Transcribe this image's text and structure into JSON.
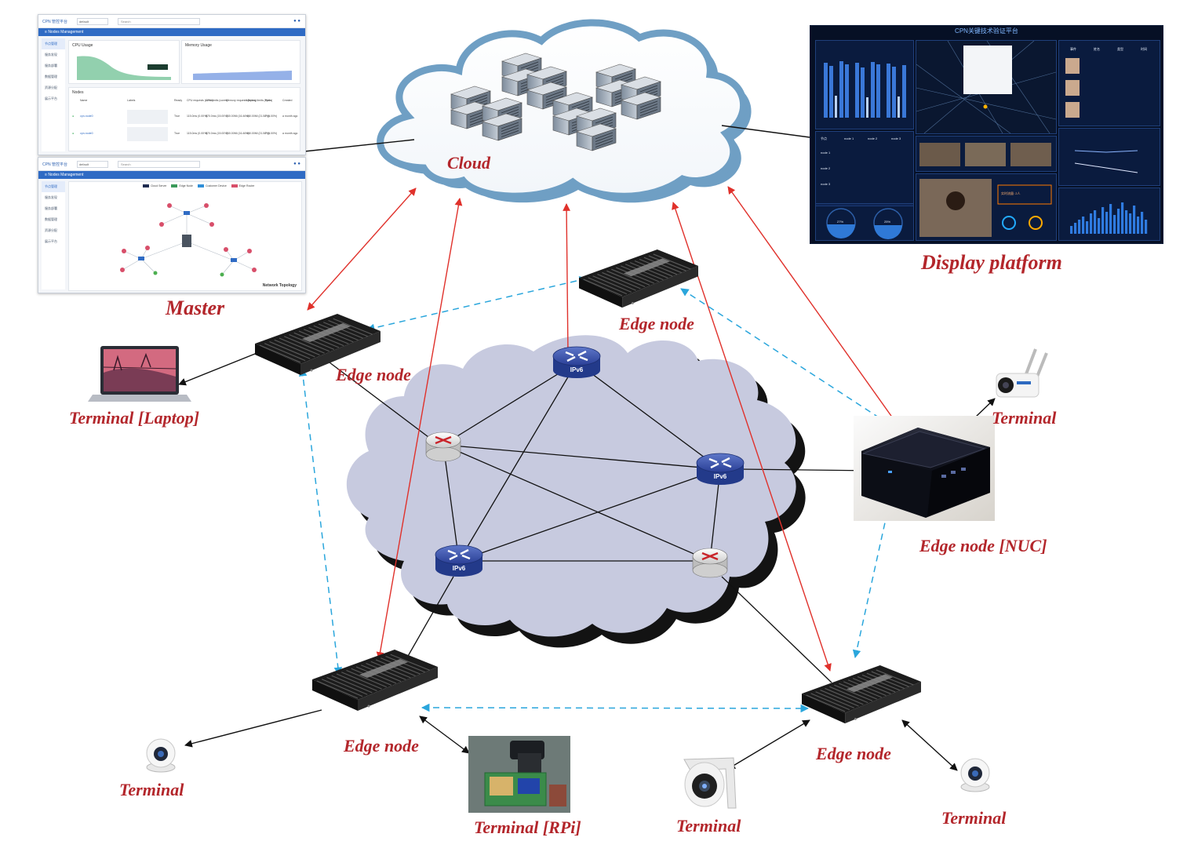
{
  "labels": {
    "cloud": "Cloud",
    "master": "Master",
    "display_platform": "Display platform",
    "edge_node_top": "Edge node",
    "edge_node_left": "Edge node",
    "edge_node_nuc": "Edge node [NUC]",
    "edge_node_bottom_left": "Edge node",
    "edge_node_bottom_right": "Edge node",
    "terminal_laptop": "Terminal [Laptop]",
    "terminal_rpi": "Terminal [RPi]",
    "terminal_right_camera": "Terminal",
    "terminal_bottom_left": "Terminal",
    "terminal_bottom_center": "Terminal",
    "terminal_bottom_right": "Terminal",
    "router_label": "IPv6"
  },
  "dashboard_top": {
    "app_title": "CPN 管控平台",
    "namespace": "default",
    "search_placeholder": "Search",
    "section": "Nodes Management",
    "sidebar": [
      "节点管理",
      "服务发现",
      "服务部署",
      "数据管理",
      "资源分配",
      "展示平台"
    ],
    "cpu_title": "CPU Usage",
    "memory_title": "Memory Usage",
    "nodes_title": "Nodes",
    "columns": [
      "Name",
      "Labels",
      "Ready",
      "CPU requests (cores)",
      "CPU limits (cores)",
      "Memory requests (bytes)",
      "Memory limits (bytes)",
      "Pods",
      "Created"
    ],
    "rows": [
      {
        "name": "cpn-node0",
        "ready": "True",
        "cpu_req": "115.0ms (0.00%)",
        "cpu_lim": "570.0ms (15.00%)",
        "mem_req": "200.00Mi (16.46%)",
        "mem_lim": "400.00Mi (21.58%)",
        "pods": "7 (0.00%)",
        "created": "a month ago"
      },
      {
        "name": "cpn-node0",
        "ready": "True",
        "cpu_req": "115.0ms (0.00%)",
        "cpu_lim": "570.0ms (15.00%)",
        "mem_req": "200.00Mi (16.46%)",
        "mem_lim": "400.00Mi (21.58%)",
        "pods": "7 (0.00%)",
        "created": "a month ago"
      }
    ]
  },
  "dashboard_bottom": {
    "app_title": "CPN 管控平台",
    "namespace": "default",
    "search_placeholder": "Search",
    "section": "Nodes Management",
    "sidebar": [
      "节点管理",
      "服务发现",
      "服务部署",
      "数据管理",
      "资源分配",
      "展示平台"
    ],
    "legend": [
      "Cloud Server",
      "Edge Node",
      "Customer Device",
      "Edge Router"
    ],
    "caption": "Network Topology"
  },
  "display": {
    "title": "CPN关键技术验证平台",
    "table_headers": [
      "节点",
      "node 1",
      "node 2",
      "node 3"
    ],
    "rows": [
      "node 1",
      "node 2",
      "node 3"
    ],
    "gauge_values": [
      "27%",
      "25%"
    ],
    "people_headers": [
      "事件",
      "姓名",
      "类型",
      "时间"
    ],
    "count_text": "实时流量: 2人"
  },
  "colors": {
    "label_red": "#b3262b",
    "cloud_blue": "#6fa0c6",
    "net_cloud": "#c8cbe0",
    "red_link": "#e0312b",
    "dashed_link": "#2aa6dc",
    "black_link": "#111111"
  }
}
